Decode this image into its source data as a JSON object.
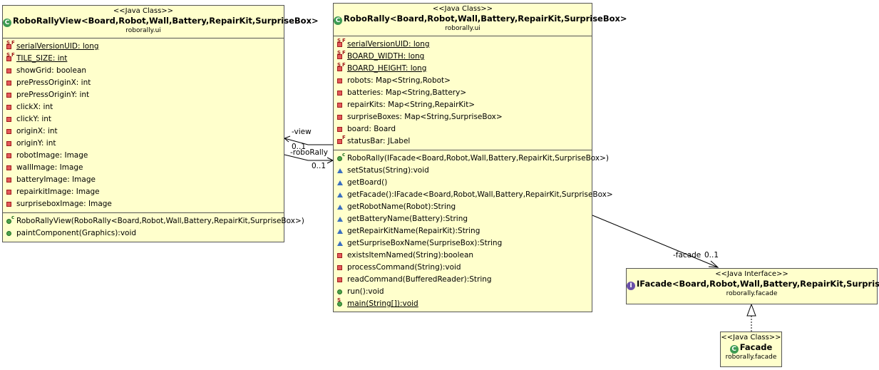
{
  "view_class": {
    "stereotype": "<<Java Class>>",
    "name": "RoboRallyView<Board,Robot,Wall,Battery,RepairKit,SurpriseBox>",
    "package": "roborally.ui",
    "class_icon": "C",
    "attributes": [
      {
        "text": "serialVersionUID: long",
        "visibility": "private",
        "static": true,
        "final": true
      },
      {
        "text": "TILE_SIZE: int",
        "visibility": "private",
        "static": true,
        "final": true
      },
      {
        "text": "showGrid: boolean",
        "visibility": "private"
      },
      {
        "text": "prePressOriginX: int",
        "visibility": "private"
      },
      {
        "text": "prePressOriginY: int",
        "visibility": "private"
      },
      {
        "text": "clickX: int",
        "visibility": "private"
      },
      {
        "text": "clickY: int",
        "visibility": "private"
      },
      {
        "text": "originX: int",
        "visibility": "private"
      },
      {
        "text": "originY: int",
        "visibility": "private"
      },
      {
        "text": "robotImage: Image",
        "visibility": "private"
      },
      {
        "text": "wallImage: Image",
        "visibility": "private"
      },
      {
        "text": "batteryImage: Image",
        "visibility": "private"
      },
      {
        "text": "repairkitImage: Image",
        "visibility": "private"
      },
      {
        "text": "surpriseboxImage: Image",
        "visibility": "private"
      }
    ],
    "operations": [
      {
        "text": "RoboRallyView(RoboRally<Board,Robot,Wall,Battery,RepairKit,SurpriseBox>)",
        "visibility": "public",
        "constructor": true
      },
      {
        "text": "paintComponent(Graphics):void",
        "visibility": "public"
      }
    ]
  },
  "main_class": {
    "stereotype": "<<Java Class>>",
    "name": "RoboRally<Board,Robot,Wall,Battery,RepairKit,SurpriseBox>",
    "package": "roborally.ui",
    "class_icon": "C",
    "attributes": [
      {
        "text": "serialVersionUID: long",
        "visibility": "private",
        "static": true,
        "final": true
      },
      {
        "text": "BOARD_WIDTH: long",
        "visibility": "private",
        "static": true,
        "final": true
      },
      {
        "text": "BOARD_HEIGHT: long",
        "visibility": "private",
        "static": true,
        "final": true
      },
      {
        "text": "robots: Map<String,Robot>",
        "visibility": "private"
      },
      {
        "text": "batteries: Map<String,Battery>",
        "visibility": "private"
      },
      {
        "text": "repairKits: Map<String,RepairKit>",
        "visibility": "private"
      },
      {
        "text": "surpriseBoxes: Map<String,SurpriseBox>",
        "visibility": "private"
      },
      {
        "text": "board: Board",
        "visibility": "private"
      },
      {
        "text": "statusBar: JLabel",
        "visibility": "private",
        "final": true
      }
    ],
    "operations": [
      {
        "text": "RoboRally(IFacade<Board,Robot,Wall,Battery,RepairKit,SurpriseBox>)",
        "visibility": "public",
        "constructor": true
      },
      {
        "text": "setStatus(String):void",
        "visibility": "protected"
      },
      {
        "text": "getBoard()",
        "visibility": "protected"
      },
      {
        "text": "getFacade():IFacade<Board,Robot,Wall,Battery,RepairKit,SurpriseBox>",
        "visibility": "protected"
      },
      {
        "text": "getRobotName(Robot):String",
        "visibility": "protected"
      },
      {
        "text": "getBatteryName(Battery):String",
        "visibility": "protected"
      },
      {
        "text": "getRepairKitName(RepairKit):String",
        "visibility": "protected"
      },
      {
        "text": "getSurpriseBoxName(SurpriseBox):String",
        "visibility": "protected"
      },
      {
        "text": "existsItemNamed(String):boolean",
        "visibility": "private"
      },
      {
        "text": "processCommand(String):void",
        "visibility": "private"
      },
      {
        "text": "readCommand(BufferedReader):String",
        "visibility": "private"
      },
      {
        "text": "run():void",
        "visibility": "public"
      },
      {
        "text": "main(String[]):void",
        "visibility": "public",
        "static": true
      }
    ]
  },
  "facade_interface": {
    "stereotype": "<<Java Interface>>",
    "name": "IFacade<Board,Robot,Wall,Battery,RepairKit,SurpriseBox>",
    "package": "roborally.facade",
    "class_icon": "I"
  },
  "facade_class": {
    "stereotype": "<<Java Class>>",
    "name": "Facade",
    "package": "roborally.facade",
    "class_icon": "C"
  },
  "associations": {
    "view_role": "-view",
    "view_mult": "0..1",
    "roborally_role": "-roboRally",
    "roborally_mult": "0..1",
    "facade_role": "-facade",
    "facade_mult": "0..1"
  },
  "colors": {
    "class_fill": "#ffffcc",
    "private_icon": "#e35a5a",
    "public_icon": "#4ea24e",
    "protected_icon": "#3a6fc0"
  },
  "icons": {
    "private": "private-member-icon",
    "public": "public-member-icon",
    "protected": "protected-member-icon",
    "class": "java-class-icon",
    "interface": "java-interface-icon"
  }
}
